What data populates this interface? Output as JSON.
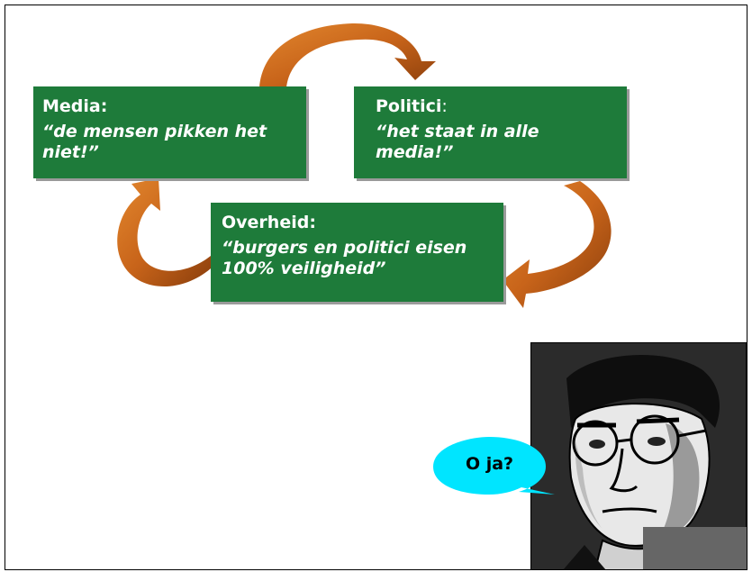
{
  "boxes": {
    "media": {
      "title": "Media:",
      "quote": "“de mensen pikken het niet!”"
    },
    "politici": {
      "title": "Politici",
      "colon": ":",
      "quote": "“het staat in alle media!”"
    },
    "overheid": {
      "title": "Overheid:",
      "quote": "“burgers en politici eisen 100% veiligheid”"
    }
  },
  "bubble": {
    "text": "O ja?"
  },
  "colors": {
    "box_green": "#1e7b3a",
    "arrow_orange": "#c8641a",
    "bubble_cyan": "#00e5ff"
  }
}
